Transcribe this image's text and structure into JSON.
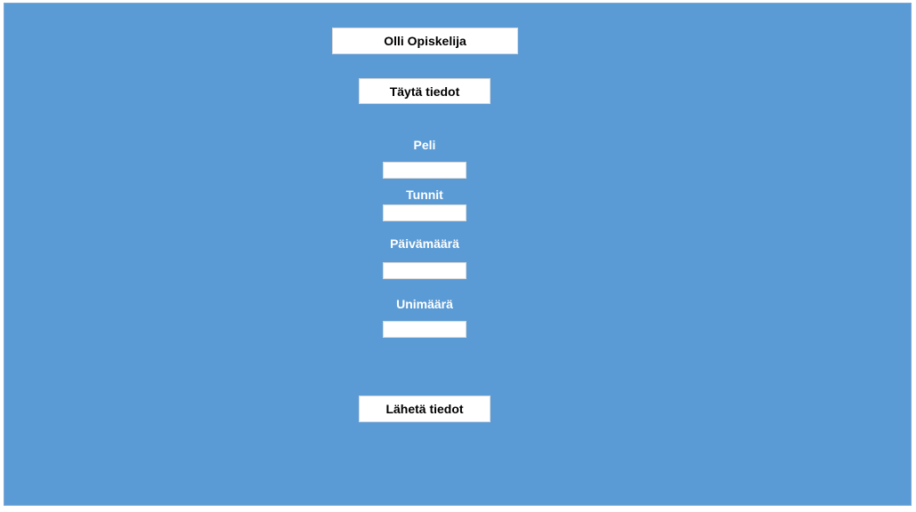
{
  "header": {
    "user_name": "Olli Opiskelija",
    "fill_info_title": "Täytä tiedot"
  },
  "form": {
    "fields": [
      {
        "label": "Peli",
        "value": ""
      },
      {
        "label": "Tunnit",
        "value": ""
      },
      {
        "label": "Päivämäärä",
        "value": ""
      },
      {
        "label": "Unimäärä",
        "value": ""
      }
    ],
    "submit_label": "Lähetä tiedot"
  },
  "colors": {
    "background": "#5b9bd5",
    "box": "#ffffff",
    "label_text": "#ffffff"
  }
}
